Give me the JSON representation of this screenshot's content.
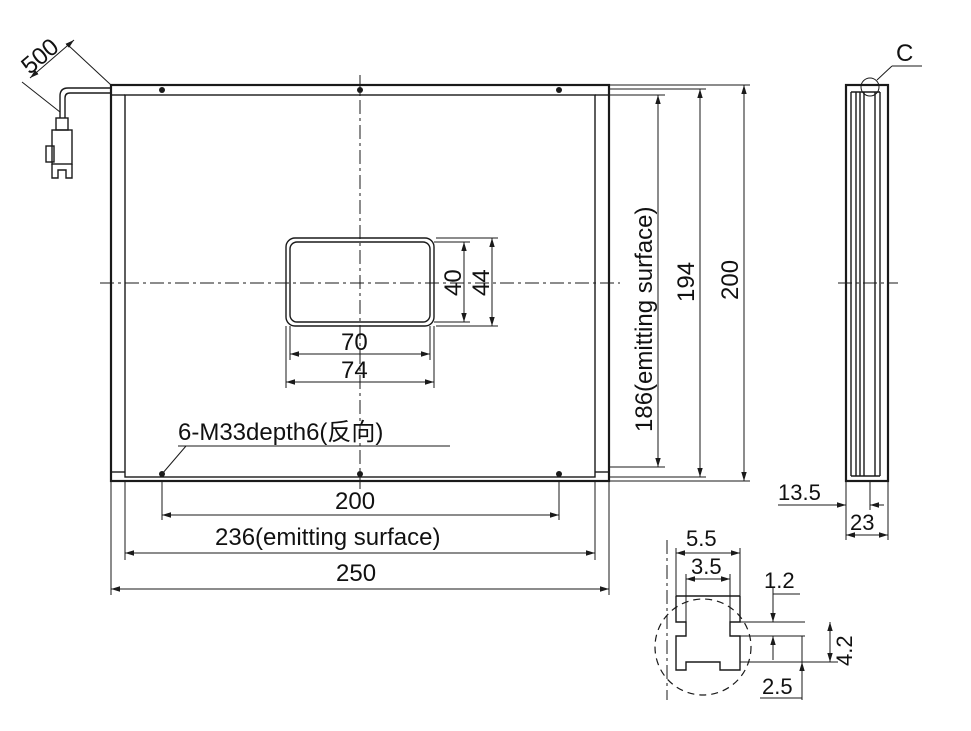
{
  "front_view": {
    "cable_length": "500",
    "window_height_inner": "40",
    "window_height_outer": "44",
    "window_width_inner": "70",
    "window_width_outer": "74",
    "hole_note": "6-M33depth6(反向)",
    "hole_pitch": "200",
    "emitting_width": "236(emitting surface)",
    "overall_width": "250",
    "emitting_height": "186(emitting surface)",
    "inner_height": "194",
    "overall_height": "200"
  },
  "side_view": {
    "detail_label": "C",
    "dim_a": "13.5",
    "dim_b": "23"
  },
  "detail_view": {
    "dim_outer": "5.5",
    "dim_inner": "3.5",
    "dim_slot": "1.2",
    "dim_depth": "4.2",
    "dim_offset": "2.5"
  }
}
